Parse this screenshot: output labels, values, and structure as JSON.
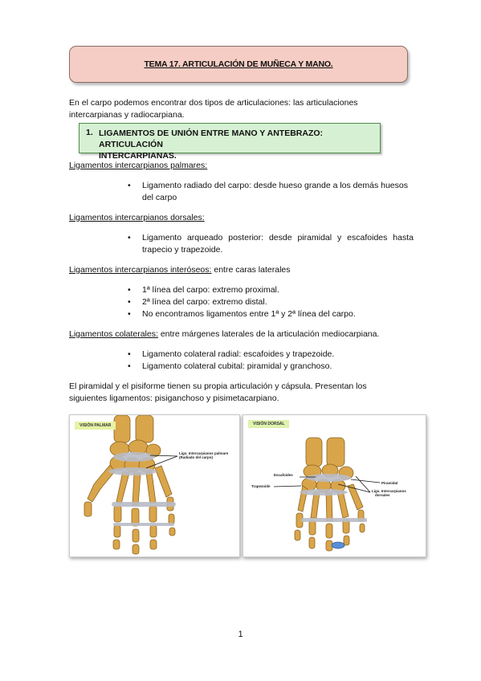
{
  "title": "TEMA 17. ARTICULACIÓN DE MUÑECA Y MANO.",
  "intro": {
    "line1": "En el carpo podemos encontrar dos tipos de articulaciones: las articulaciones",
    "line2": "intercarpianas y radiocarpiana."
  },
  "section1": {
    "number": "1.",
    "line1": "LIGAMENTOS DE UNIÓN ENTRE MANO Y ANTEBRAZO: ARTICULACIÓN",
    "line2": "INTERCARPIANAS."
  },
  "palmares": {
    "heading": "Ligamentos intercarpianos palmares:",
    "items": [
      "Ligamento radiado del carpo: desde hueso grande a los demás huesos del carpo"
    ]
  },
  "dorsales": {
    "heading": "Ligamentos intercarpianos dorsales:",
    "items": [
      "Ligamento arqueado posterior: desde piramidal y escafoides hasta trapecio y trapezoide."
    ]
  },
  "interoseos": {
    "heading": "Ligamentos intercarpianos interóseos:",
    "tail": " entre caras laterales",
    "items": [
      "1ª línea del carpo: extremo proximal.",
      "2ª línea del carpo: extremo distal.",
      "No encontramos ligamentos entre 1ª y 2ª línea del carpo."
    ]
  },
  "colaterales": {
    "heading": "Ligamentos colaterales:",
    "tail": " entre márgenes laterales de la articulación mediocarpiana.",
    "items": [
      "Ligamento colateral radial: escafoides y trapezoide.",
      "Ligamento colateral cubital: piramidal y granchoso."
    ]
  },
  "closing": {
    "line1": "El piramidal y el pisiforme tienen su propia articulación y cápsula. Presentan los",
    "line2": "siguientes ligamentos: pisiganchoso y pisimetacarpiano."
  },
  "figures": {
    "palmar": {
      "label": "VISIÓN PALMAR",
      "annotation_line1": "Ligs. Intercarpianos palmare",
      "annotation_line2": "(Radiado del carpo)"
    },
    "dorsal": {
      "label": "VISIÓN DORSAL",
      "escafoides": "Escafoides",
      "piramidal": "Piramidal",
      "trapezoide": "Trapezoide",
      "ligs_line1": "Ligs. Intercarpianos",
      "ligs_line2": "dorsales"
    }
  },
  "page_number": "1",
  "colors": {
    "title_fill": "#f6cdc4",
    "section_fill": "#d6f0d3",
    "section_border": "#4f8c4a",
    "bone": "#d9a54a",
    "ligament": "#b9bcc6"
  },
  "bullet_glyph": "•"
}
